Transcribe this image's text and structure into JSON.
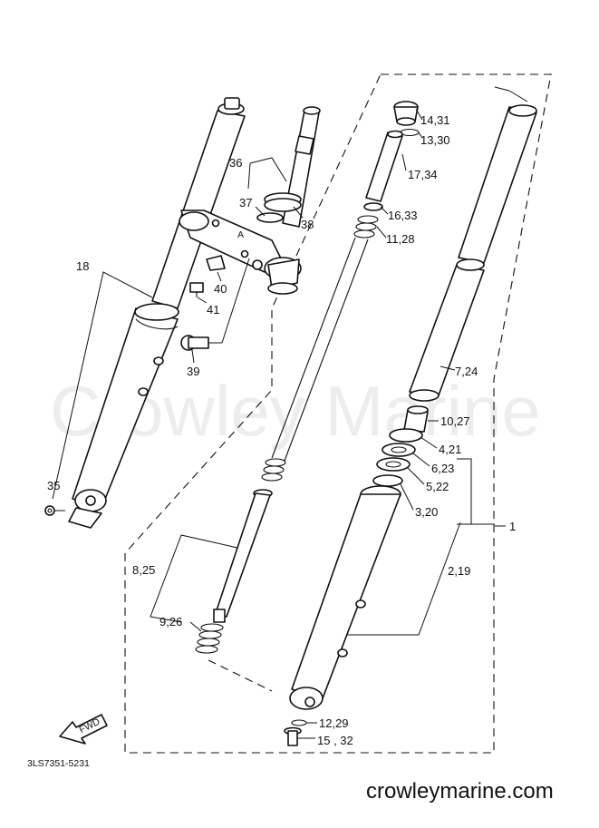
{
  "labels": {
    "l1": "1",
    "l2_19": "2,19",
    "l3_20": "3,20",
    "l4_21": "4,21",
    "l5_22": "5,22",
    "l6_23": "6,23",
    "l7_24": "7,24",
    "l8_25": "8,25",
    "l9_26": "9,26",
    "l10_27": "10,27",
    "l11_28": "11,28",
    "l12_29": "12,29",
    "l13_30": "13,30",
    "l14_31": "14,31",
    "l15_32": "15 , 32",
    "l16_33": "16,33",
    "l17_34": "17,34",
    "l18": "18",
    "l35": "35",
    "l36": "36",
    "l37": "37",
    "l38": "38",
    "l39": "39",
    "l40": "40",
    "l41": "41",
    "a_mark": "A"
  },
  "fwd_arrow": "FWD",
  "drawing_code": "3LS7351-5231",
  "watermark": "Crowley Marine",
  "site_url": "crowleymarine.com"
}
